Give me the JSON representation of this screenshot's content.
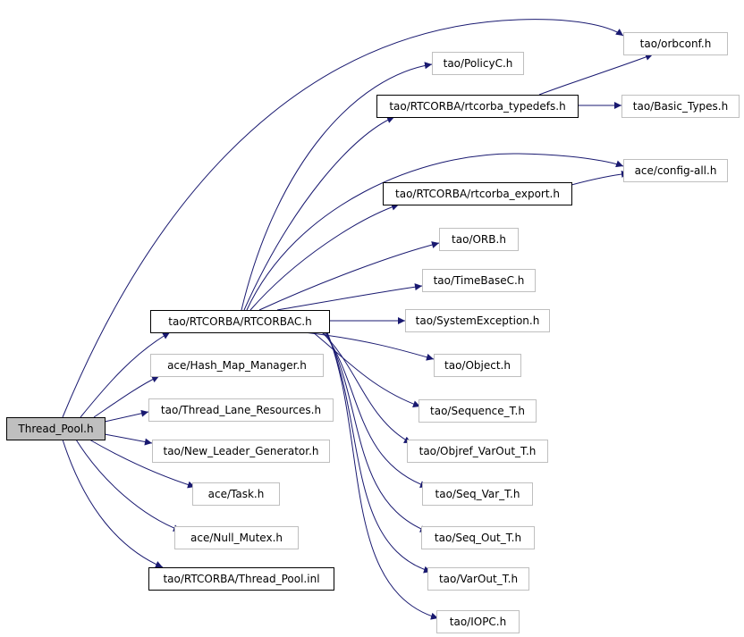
{
  "graph": {
    "colors": {
      "edge": "#191970",
      "root_fill": "#bfbfbf",
      "documented_border": "#000000",
      "undocumented_border": "#bfbfbf",
      "background": "#ffffff"
    },
    "nodes": [
      {
        "id": "n_thread_pool",
        "label": "Thread_Pool.h",
        "kind": "root",
        "interactable": false
      },
      {
        "id": "n_rtcorbac",
        "label": "tao/RTCORBA/RTCORBAC.h",
        "kind": "documented",
        "interactable": true
      },
      {
        "id": "n_hash_map",
        "label": "ace/Hash_Map_Manager.h",
        "kind": "undocumented",
        "interactable": false
      },
      {
        "id": "n_thread_lane",
        "label": "tao/Thread_Lane_Resources.h",
        "kind": "undocumented",
        "interactable": false
      },
      {
        "id": "n_new_leader",
        "label": "tao/New_Leader_Generator.h",
        "kind": "undocumented",
        "interactable": false
      },
      {
        "id": "n_task",
        "label": "ace/Task.h",
        "kind": "undocumented",
        "interactable": false
      },
      {
        "id": "n_null_mutex",
        "label": "ace/Null_Mutex.h",
        "kind": "undocumented",
        "interactable": false
      },
      {
        "id": "n_thread_pool_inl",
        "label": "tao/RTCORBA/Thread_Pool.inl",
        "kind": "documented",
        "interactable": true
      },
      {
        "id": "n_orbconf",
        "label": "tao/orbconf.h",
        "kind": "undocumented",
        "interactable": false
      },
      {
        "id": "n_policyc",
        "label": "tao/PolicyC.h",
        "kind": "undocumented",
        "interactable": false
      },
      {
        "id": "n_typedefs",
        "label": "tao/RTCORBA/rtcorba_typedefs.h",
        "kind": "documented",
        "interactable": true
      },
      {
        "id": "n_basic_types",
        "label": "tao/Basic_Types.h",
        "kind": "undocumented",
        "interactable": false
      },
      {
        "id": "n_config_all",
        "label": "ace/config-all.h",
        "kind": "undocumented",
        "interactable": false
      },
      {
        "id": "n_export",
        "label": "tao/RTCORBA/rtcorba_export.h",
        "kind": "documented",
        "interactable": true
      },
      {
        "id": "n_orb",
        "label": "tao/ORB.h",
        "kind": "undocumented",
        "interactable": false
      },
      {
        "id": "n_timebase",
        "label": "tao/TimeBaseC.h",
        "kind": "undocumented",
        "interactable": false
      },
      {
        "id": "n_sysexc",
        "label": "tao/SystemException.h",
        "kind": "undocumented",
        "interactable": false
      },
      {
        "id": "n_object",
        "label": "tao/Object.h",
        "kind": "undocumented",
        "interactable": false
      },
      {
        "id": "n_sequence",
        "label": "tao/Sequence_T.h",
        "kind": "undocumented",
        "interactable": false
      },
      {
        "id": "n_objref",
        "label": "tao/Objref_VarOut_T.h",
        "kind": "undocumented",
        "interactable": false
      },
      {
        "id": "n_seq_var",
        "label": "tao/Seq_Var_T.h",
        "kind": "undocumented",
        "interactable": false
      },
      {
        "id": "n_seq_out",
        "label": "tao/Seq_Out_T.h",
        "kind": "undocumented",
        "interactable": false
      },
      {
        "id": "n_varout",
        "label": "tao/VarOut_T.h",
        "kind": "undocumented",
        "interactable": false
      },
      {
        "id": "n_iopc",
        "label": "tao/IOPC.h",
        "kind": "undocumented",
        "interactable": false
      }
    ],
    "edges": [
      {
        "from": "n_thread_pool",
        "to": "n_orbconf"
      },
      {
        "from": "n_thread_pool",
        "to": "n_rtcorbac"
      },
      {
        "from": "n_thread_pool",
        "to": "n_hash_map"
      },
      {
        "from": "n_thread_pool",
        "to": "n_thread_lane"
      },
      {
        "from": "n_thread_pool",
        "to": "n_new_leader"
      },
      {
        "from": "n_thread_pool",
        "to": "n_task"
      },
      {
        "from": "n_thread_pool",
        "to": "n_null_mutex"
      },
      {
        "from": "n_thread_pool",
        "to": "n_thread_pool_inl"
      },
      {
        "from": "n_rtcorbac",
        "to": "n_policyc"
      },
      {
        "from": "n_rtcorbac",
        "to": "n_typedefs"
      },
      {
        "from": "n_rtcorbac",
        "to": "n_config_all"
      },
      {
        "from": "n_rtcorbac",
        "to": "n_export"
      },
      {
        "from": "n_rtcorbac",
        "to": "n_orb"
      },
      {
        "from": "n_rtcorbac",
        "to": "n_timebase"
      },
      {
        "from": "n_rtcorbac",
        "to": "n_sysexc"
      },
      {
        "from": "n_rtcorbac",
        "to": "n_object"
      },
      {
        "from": "n_rtcorbac",
        "to": "n_sequence"
      },
      {
        "from": "n_rtcorbac",
        "to": "n_objref"
      },
      {
        "from": "n_rtcorbac",
        "to": "n_seq_var"
      },
      {
        "from": "n_rtcorbac",
        "to": "n_seq_out"
      },
      {
        "from": "n_rtcorbac",
        "to": "n_varout"
      },
      {
        "from": "n_rtcorbac",
        "to": "n_iopc"
      },
      {
        "from": "n_typedefs",
        "to": "n_orbconf"
      },
      {
        "from": "n_typedefs",
        "to": "n_basic_types"
      },
      {
        "from": "n_export",
        "to": "n_config_all"
      }
    ]
  }
}
